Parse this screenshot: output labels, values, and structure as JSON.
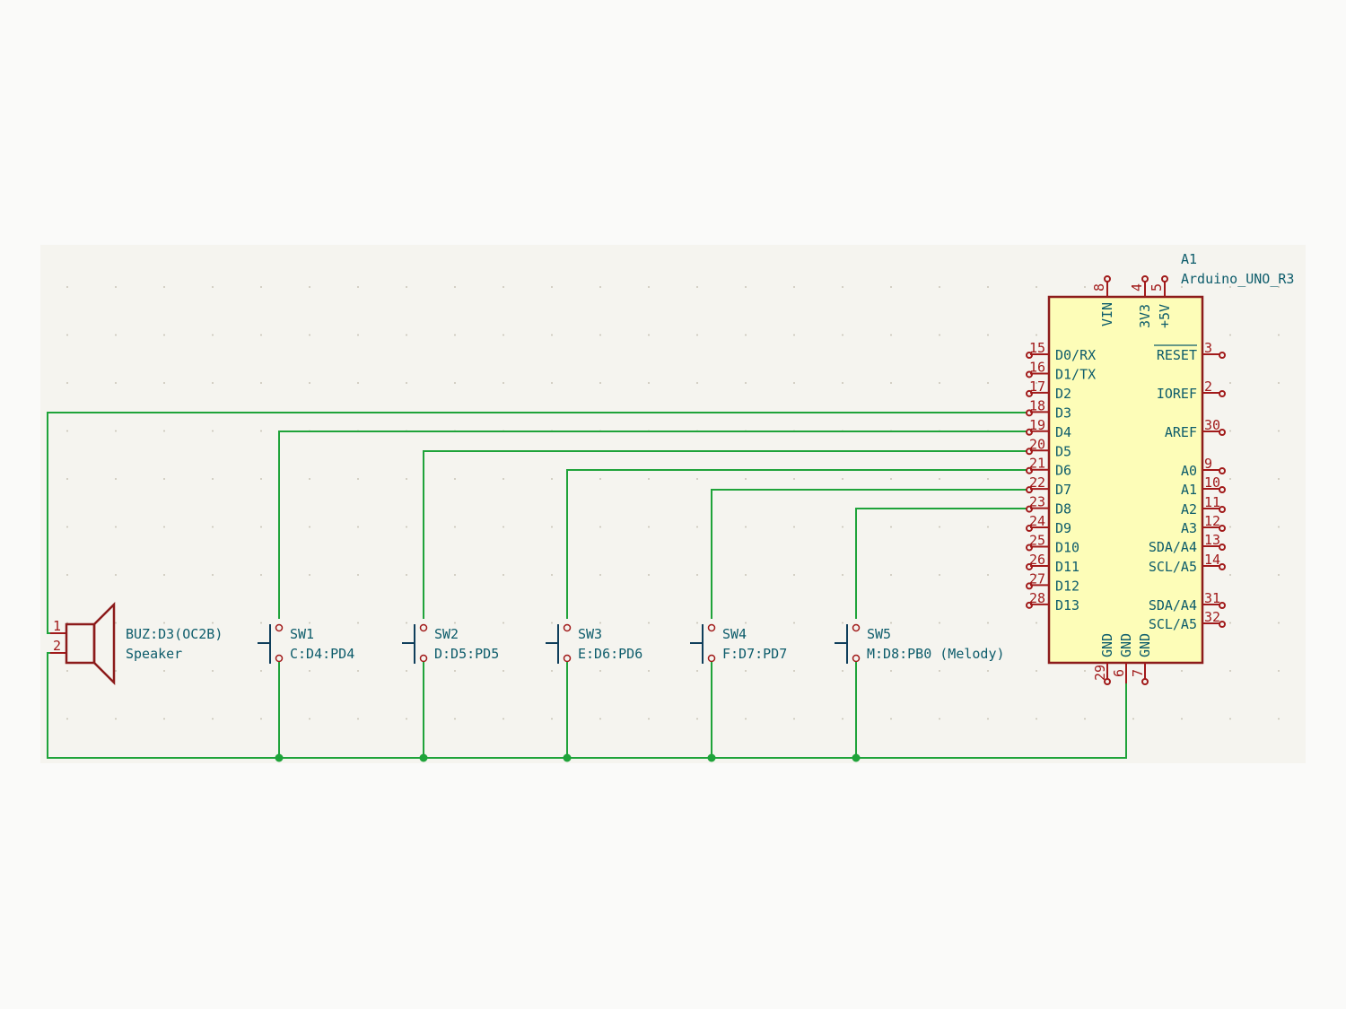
{
  "arduino": {
    "ref": "A1",
    "value": "Arduino_UNO_R3",
    "left_pins": [
      {
        "num": "15",
        "name": "D0/RX"
      },
      {
        "num": "16",
        "name": "D1/TX"
      },
      {
        "num": "17",
        "name": "D2"
      },
      {
        "num": "18",
        "name": "D3"
      },
      {
        "num": "19",
        "name": "D4"
      },
      {
        "num": "20",
        "name": "D5"
      },
      {
        "num": "21",
        "name": "D6"
      },
      {
        "num": "22",
        "name": "D7"
      },
      {
        "num": "23",
        "name": "D8"
      },
      {
        "num": "24",
        "name": "D9"
      },
      {
        "num": "25",
        "name": "D10"
      },
      {
        "num": "26",
        "name": "D11"
      },
      {
        "num": "27",
        "name": "D12"
      },
      {
        "num": "28",
        "name": "D13"
      }
    ],
    "right_pins": [
      {
        "num": "3",
        "name": "RESET"
      },
      {
        "num": "2",
        "name": "IOREF"
      },
      {
        "num": "30",
        "name": "AREF"
      },
      {
        "num": "9",
        "name": "A0"
      },
      {
        "num": "10",
        "name": "A1"
      },
      {
        "num": "11",
        "name": "A2"
      },
      {
        "num": "12",
        "name": "A3"
      },
      {
        "num": "13",
        "name": "SDA/A4"
      },
      {
        "num": "14",
        "name": "SCL/A5"
      },
      {
        "num": "31",
        "name": "SDA/A4"
      },
      {
        "num": "32",
        "name": "SCL/A5"
      }
    ],
    "top_pins": [
      {
        "num": "8",
        "name": "VIN"
      },
      {
        "num": "4",
        "name": "3V3"
      },
      {
        "num": "5",
        "name": "+5V"
      }
    ],
    "bottom_pins": [
      {
        "num": "29",
        "name": "GND"
      },
      {
        "num": "6",
        "name": "GND"
      },
      {
        "num": "7",
        "name": "GND"
      }
    ]
  },
  "speaker": {
    "pin1": "1",
    "pin2": "2",
    "ref": "BUZ:D3(OC2B)",
    "value": "Speaker"
  },
  "switches": [
    {
      "ref": "SW1",
      "value": "C:D4:PD4"
    },
    {
      "ref": "SW2",
      "value": "D:D5:PD5"
    },
    {
      "ref": "SW3",
      "value": "E:D6:PD6"
    },
    {
      "ref": "SW4",
      "value": "F:D7:PD7"
    },
    {
      "ref": "SW5",
      "value": "M:D8:PB0 (Melody)"
    }
  ],
  "colors": {
    "sheet": "#f5f4ef",
    "wire": "#1fa33a",
    "pin": "#a11a1a",
    "ic_fill": "#fdfdb8",
    "text": "#0d5c6b"
  }
}
